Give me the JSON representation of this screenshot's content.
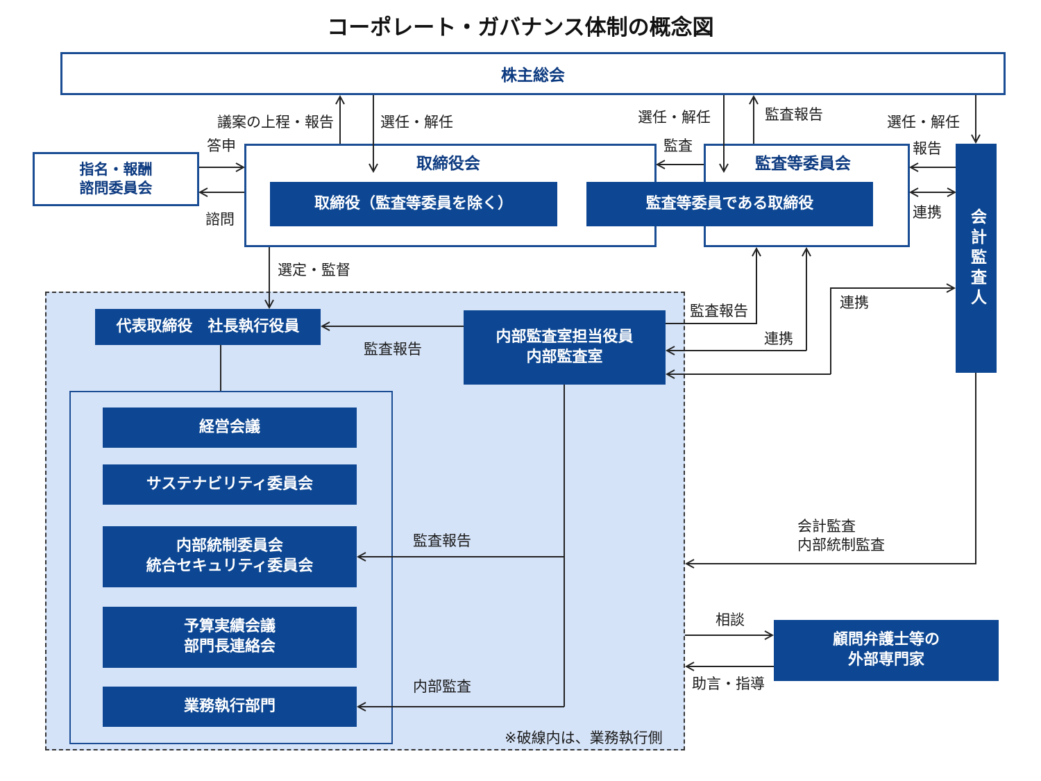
{
  "title": "コーポレート・ガバナンス体制の概念図",
  "colors": {
    "navy": "#0d4793",
    "border": "#1a4d94",
    "exec_bg": "#d5e3f8"
  },
  "boxes": {
    "shareholders": "株主総会",
    "nomination_line1": "指名・報酬",
    "nomination_line2": "諮問委員会",
    "board": "取締役会",
    "directors_excl": "取締役（監査等委員を除く）",
    "audit_director": "監査等委員である取締役",
    "audit_committee": "監査等委員会",
    "accounting_auditor": "会計監査人",
    "president": "代表取締役　社長執行役員",
    "internal_audit_line1": "内部監査室担当役員",
    "internal_audit_line2": "内部監査室",
    "mgmt_meeting": "経営会議",
    "sustainability": "サステナビリティ委員会",
    "internal_control_line1": "内部統制委員会",
    "internal_control_line2": "統合セキュリティ委員会",
    "budget_line1": "予算実績会議",
    "budget_line2": "部門長連絡会",
    "business_dept": "業務執行部門",
    "advisors_line1": "顧問弁護士等の",
    "advisors_line2": "外部専門家"
  },
  "labels": {
    "proposal_report": "議案の上程・報告",
    "elect_dismiss_1": "選任・解任",
    "elect_dismiss_2": "選任・解任",
    "audit_report_top": "監査報告",
    "elect_dismiss_3": "選任・解任",
    "answer": "答申",
    "consult": "諮問",
    "audit_board": "監査",
    "report_auditor": "報告",
    "cooperate_auditor": "連携",
    "select_supervise": "選定・監督",
    "audit_report_ia_committee": "監査報告",
    "cooperate_ia_committee": "連携",
    "cooperate_ia_auditor": "連携",
    "audit_report_ia_president": "監査報告",
    "audit_report_ia_control": "監査報告",
    "internal_audit": "内部監査",
    "accounting_audit_line1": "会計監査",
    "accounting_audit_line2": "内部統制監査",
    "consultation": "相談",
    "advice": "助言・指導",
    "dashed_note": "※破線内は、業務執行側"
  }
}
